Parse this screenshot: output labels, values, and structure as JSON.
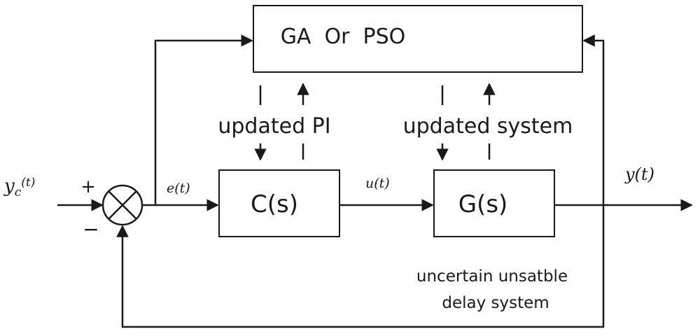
{
  "blocks": {
    "optimizer": "GA  Or  PSO",
    "controller": "C(s)",
    "plant": "G(s)"
  },
  "labels": {
    "updated_pi": "updated PI",
    "updated_system": "updated system",
    "plant_caption_line1": "uncertain unsatble",
    "plant_caption_line2": "delay system"
  },
  "signals": {
    "reference": "y",
    "reference_sub": "c",
    "reference_arg": "(t)",
    "error": "e(t)",
    "control": "u(t)",
    "output": "y(t)"
  },
  "summing_junction": {
    "plus_sign": "+",
    "minus_sign": "−"
  }
}
